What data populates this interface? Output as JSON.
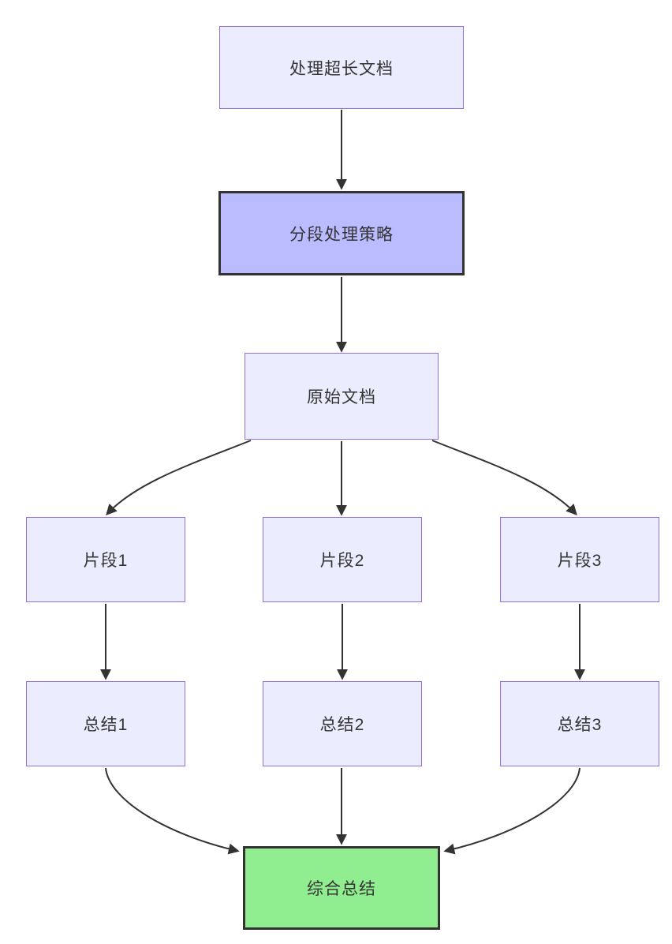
{
  "diagram": {
    "type": "flowchart",
    "direction": "top-down",
    "nodes": {
      "root": {
        "label": "处理超长文档",
        "style": "default"
      },
      "strategy": {
        "label": "分段处理策略",
        "style": "highlight"
      },
      "source": {
        "label": "原始文档",
        "style": "default"
      },
      "chunk1": {
        "label": "片段1",
        "style": "default"
      },
      "chunk2": {
        "label": "片段2",
        "style": "default"
      },
      "chunk3": {
        "label": "片段3",
        "style": "default"
      },
      "summary1": {
        "label": "总结1",
        "style": "default"
      },
      "summary2": {
        "label": "总结2",
        "style": "default"
      },
      "summary3": {
        "label": "总结3",
        "style": "default"
      },
      "final": {
        "label": "综合总结",
        "style": "final"
      }
    },
    "edges": [
      {
        "from": "处理超长文档",
        "to": "分段处理策略"
      },
      {
        "from": "分段处理策略",
        "to": "原始文档"
      },
      {
        "from": "原始文档",
        "to": "片段1"
      },
      {
        "from": "原始文档",
        "to": "片段2"
      },
      {
        "from": "原始文档",
        "to": "片段3"
      },
      {
        "from": "片段1",
        "to": "总结1"
      },
      {
        "from": "片段2",
        "to": "总结2"
      },
      {
        "from": "片段3",
        "to": "总结3"
      },
      {
        "from": "总结1",
        "to": "综合总结"
      },
      {
        "from": "总结2",
        "to": "综合总结"
      },
      {
        "from": "总结3",
        "to": "综合总结"
      }
    ],
    "colors": {
      "background": "#FFFFFF",
      "node_fill": "#ECECFF",
      "node_border": "#9370DB",
      "highlight_fill": "#BBBBFF",
      "highlight_border": "#333333",
      "final_fill": "#90EE90",
      "final_border": "#333333",
      "edge": "#333333",
      "text": "#333333"
    }
  }
}
